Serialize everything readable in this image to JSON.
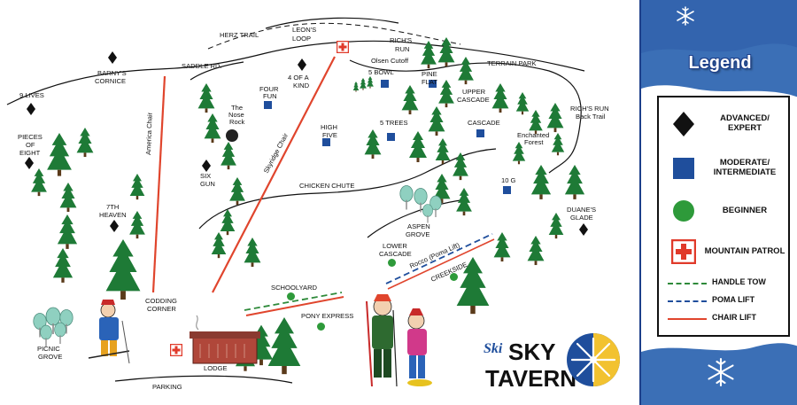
{
  "map": {
    "trails": {
      "herz_trail": "HERZ TRAIL",
      "leons_loop_1": "LEON'S",
      "leons_loop_2": "LOOP",
      "richs_run_top_1": "RICH'S",
      "richs_run_top_2": "RUN",
      "saddle_rd": "SADDLE RD.",
      "olsen_cutoff": "Olsen Cutoff",
      "terrain_park": "TERRAIN PARK",
      "barnys_1": "BARNY'S",
      "barnys_2": "CORNICE",
      "nine_lives": "9 LIVES",
      "pieces_1": "PIECES",
      "pieces_2": "OF",
      "pieces_3": "EIGHT",
      "four_kind_1": "4 OF A",
      "four_kind_2": "KIND",
      "five_bowl": "5 BOWL",
      "pine_flat_1": "PINE",
      "pine_flat_2": "FLAT",
      "upper_cascade_1": "UPPER",
      "upper_cascade_2": "CASCADE",
      "richs_run_back_1": "RICH'S RUN",
      "richs_run_back_2": "Back Trail",
      "four_fun_1": "FOUR",
      "four_fun_2": "FUN",
      "nose_rock_1": "The",
      "nose_rock_2": "Nose",
      "nose_rock_3": "Rock",
      "five_trees": "5 TREES",
      "cascade": "CASCADE",
      "enchanted_1": "Enchanted",
      "enchanted_2": "Forest",
      "high_five_1": "HIGH",
      "high_five_2": "FIVE",
      "six_gun_1": "SIX",
      "six_gun_2": "GUN",
      "chicken_chute": "CHICKEN CHUTE",
      "ten_g": "10 G",
      "duanes_1": "DUANE'S",
      "duanes_2": "GLADE",
      "seventh_1": "7TH",
      "seventh_2": "HEAVEN",
      "aspen_1": "ASPEN",
      "aspen_2": "GROVE",
      "lower_cascade_1": "LOWER",
      "lower_cascade_2": "CASCADE",
      "rocco": "Rocco (Poma Lift)",
      "creekside": "CREEKSIDE",
      "codding_1": "CODDING",
      "codding_2": "CORNER",
      "schoolyard": "SCHOOLYARD",
      "pony_express": "PONY EXPRESS",
      "picnic_1": "PICNIC",
      "picnic_2": "GROVE",
      "lodge": "LODGE",
      "parking": "PARKING"
    },
    "lifts": {
      "america_chair": "America Chair",
      "skyridge_chair": "Skyridge Chair"
    },
    "logo": {
      "ski": "Ski",
      "sky": "SKY",
      "tavern": "TAVERN"
    }
  },
  "legend": {
    "title": "Legend",
    "items": [
      {
        "key": "advanced",
        "label": "ADVANCED/ EXPERT"
      },
      {
        "key": "moderate",
        "label": "MODERATE/ INTERMEDIATE"
      },
      {
        "key": "beginner",
        "label": "BEGINNER"
      },
      {
        "key": "patrol",
        "label": "MOUNTAIN PATROL"
      }
    ],
    "lines": [
      {
        "key": "handle_tow",
        "label": "HANDLE TOW"
      },
      {
        "key": "poma_lift",
        "label": "POMA LIFT"
      },
      {
        "key": "chair_lift",
        "label": "CHAIR LIFT"
      }
    ]
  },
  "colors": {
    "advanced": "#111111",
    "moderate": "#1f4e9c",
    "beginner": "#2e9a3a",
    "patrol": "#e03a2a",
    "handle_tow": "#2e8a3a",
    "poma_lift": "#1f4e9c",
    "chair_lift": "#e0452d",
    "tree": "#1e7a36",
    "legend_banner": "#3b6fb6"
  }
}
